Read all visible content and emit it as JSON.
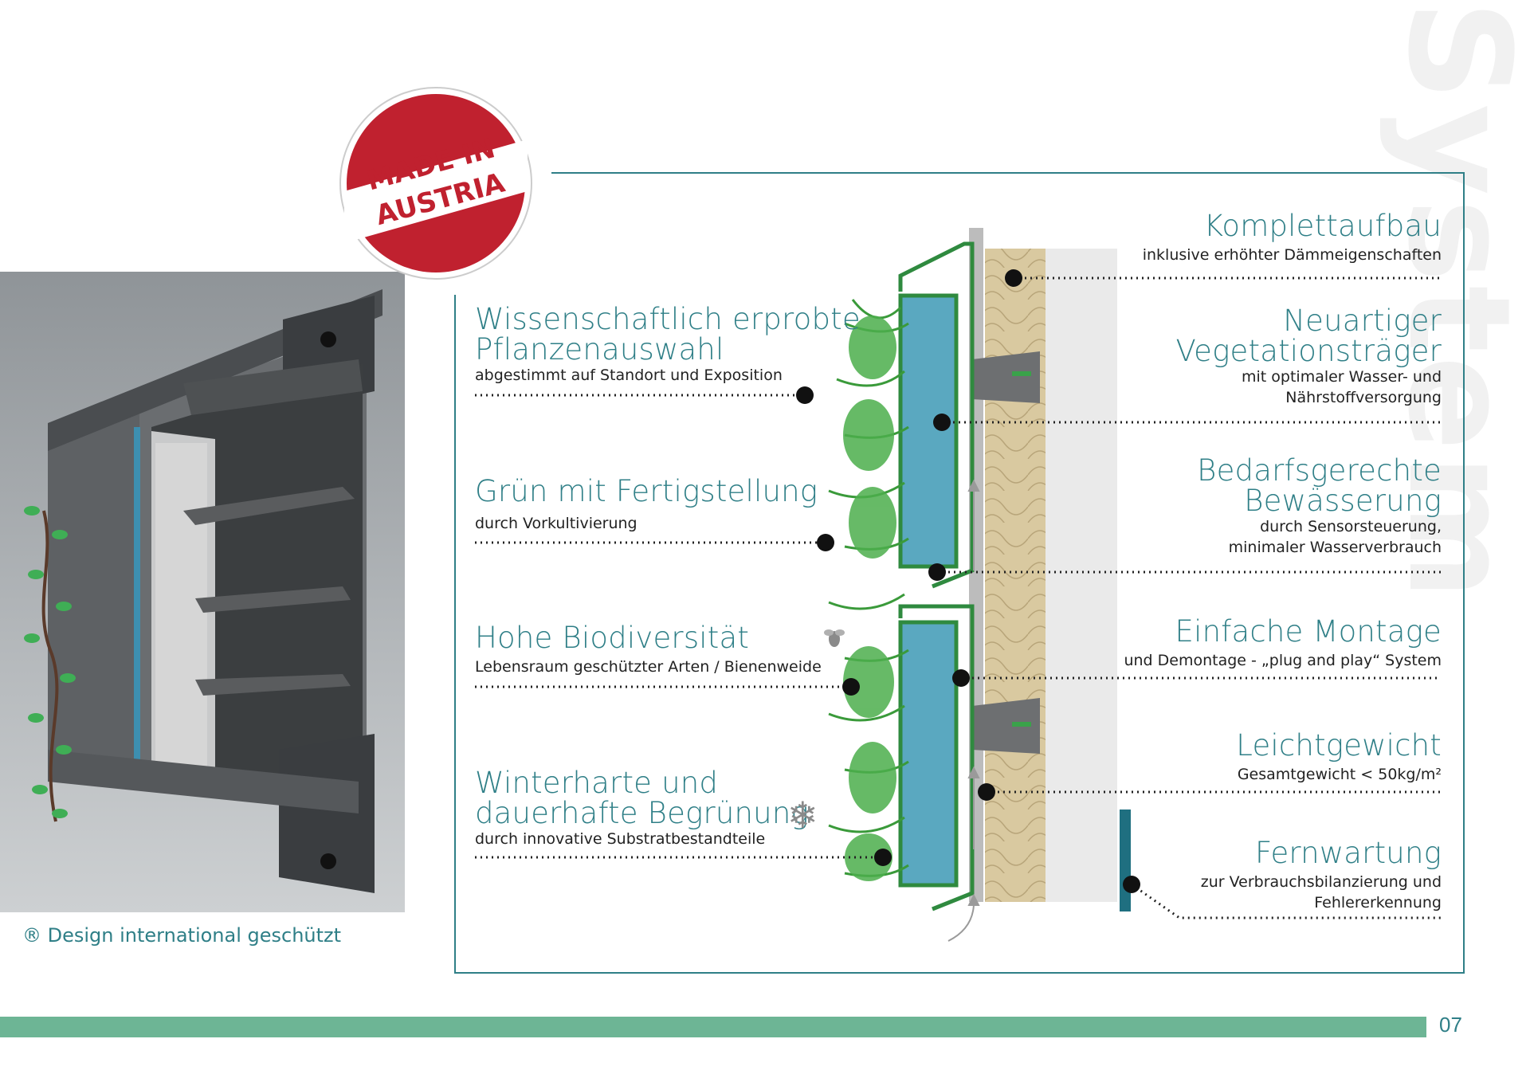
{
  "watermark": "System",
  "badge": {
    "line1": "MADE IN",
    "line2": "AUSTRIA"
  },
  "design_note": "® Design international geschützt",
  "page_number": "07",
  "left_features": [
    {
      "title": "Wissenschaftlich erprobte\nPflanzenauswahl",
      "desc": "abgestimmt auf Standort und Exposition"
    },
    {
      "title": "Grün mit Fertigstellung",
      "desc": "durch Vorkultivierung"
    },
    {
      "title": "Hohe Biodiversität",
      "desc": "Lebensraum geschützter Arten / Bienenweide"
    },
    {
      "title": "Winterharte und\ndauerhafte Begrünung",
      "desc": "durch innovative Substratbestandteile"
    }
  ],
  "right_features": [
    {
      "title": "Komplettaufbau",
      "desc": "inklusive erhöhter Dämmeigenschaften"
    },
    {
      "title": "Neuartiger\nVegetationsträger",
      "desc": "mit optimaler Wasser- und\nNährstoffversorgung"
    },
    {
      "title": "Bedarfsgerechte\nBewässerung",
      "desc": "durch Sensorsteuerung,\nminimaler Wasserverbrauch"
    },
    {
      "title": "Einfache Montage",
      "desc": "und Demontage - „plug and play“ System"
    },
    {
      "title": "Leichtgewicht",
      "desc": "Gesamtgewicht < 50kg/m²"
    },
    {
      "title": "Fernwartung",
      "desc": "zur Verbrauchsbilanzierung und\nFehlererkennung"
    }
  ],
  "icons": [
    "bee-icon",
    "snowflake-icon"
  ],
  "colors": {
    "accent": "#2f7f87",
    "bar": "#6db595",
    "badge_red": "#c0212f",
    "plant_green": "#3a9a3a",
    "water_blue": "#5aa8c0"
  }
}
